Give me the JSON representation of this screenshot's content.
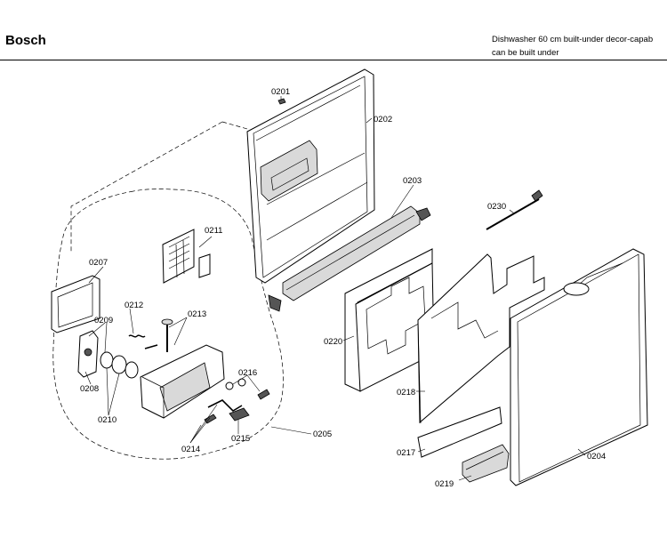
{
  "header": {
    "brand": "Bosch",
    "description_line1": "Dishwasher 60 cm built-under decor-capab",
    "description_line2": "can be built under"
  },
  "parts": {
    "p0201": "0201",
    "p0202": "0202",
    "p0203": "0203",
    "p0204": "0204",
    "p0205": "0205",
    "p0207": "0207",
    "p0208": "0208",
    "p0209": "0209",
    "p0210": "0210",
    "p0211": "0211",
    "p0212": "0212",
    "p0213": "0213",
    "p0214": "0214",
    "p0215": "0215",
    "p0216": "0216",
    "p0217": "0217",
    "p0218": "0218",
    "p0219": "0219",
    "p0220": "0220",
    "p0230": "0230"
  }
}
